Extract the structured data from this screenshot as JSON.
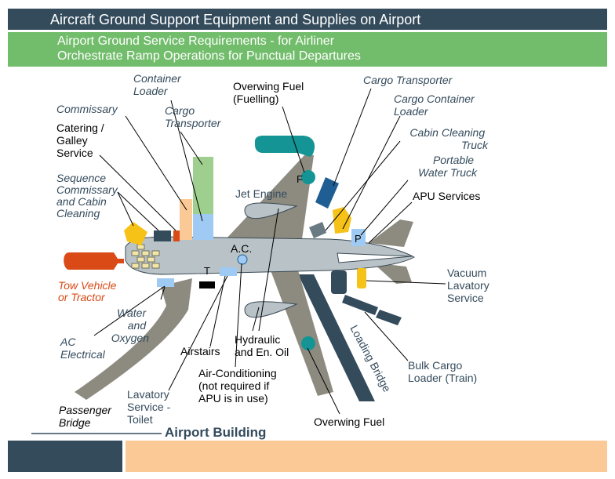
{
  "header": {
    "title": "Aircraft Ground Support Equipment and Supplies on Airport",
    "subtitle_line1": "Airport Ground Service Requirements - for Airliner",
    "subtitle_line2": "Orchestrate Ramp Operations for Punctual Departures"
  },
  "labels": {
    "container_loader": [
      "Container",
      "Loader"
    ],
    "commissary": "Commissary",
    "catering": [
      "Catering /",
      "Galley",
      "Service"
    ],
    "cargo_transporter_left": [
      "Cargo",
      "Transporter"
    ],
    "sequence": [
      "Sequence",
      "Commissary",
      "and Cabin",
      "Cleaning"
    ],
    "tow_vehicle": [
      "Tow Vehicle",
      "or Tractor"
    ],
    "water_oxygen": [
      "Water",
      "and",
      "Oxygen"
    ],
    "ac_electrical": [
      "AC",
      "Electrical"
    ],
    "passenger_bridge": [
      "Passenger",
      "Bridge"
    ],
    "lavatory_toilet": [
      "Lavatory",
      "Service -",
      "Toilet"
    ],
    "airstairs": "Airstairs",
    "air_conditioning": [
      "Air-Conditioning",
      "(not required if",
      "APU is in use)"
    ],
    "hydraulic": [
      "Hydraulic",
      "and En. Oil"
    ],
    "overwing_fuel_top": [
      "Overwing Fuel",
      "(Fuelling)"
    ],
    "jet_engine": "Jet Engine",
    "ac_marker": "A.C.",
    "fuel_marker": "F",
    "toilet_marker": "T",
    "potable_marker": "P",
    "cargo_transporter_right": "Cargo Transporter",
    "cargo_container_loader": [
      "Cargo Container",
      "Loader"
    ],
    "cabin_cleaning": [
      "Cabin Cleaning",
      "Truck"
    ],
    "portable_water": [
      "Portable",
      "Water Truck"
    ],
    "apu_services": "APU Services",
    "vacuum_lavatory": [
      "Vacuum",
      "Lavatory",
      "Service"
    ],
    "loading_bridge": "Loading Bridge",
    "bulk_cargo": [
      "Bulk Cargo",
      "Loader (Train)"
    ],
    "overwing_fuel_bottom": "Overwing Fuel",
    "airport_building": "Airport Building"
  },
  "colors": {
    "header_bg": "#344b5c",
    "subheader_bg": "#72bd6b",
    "footer_peach": "#fbc995",
    "aircraft_body": "#b9c2c6",
    "wing": "#8d8b80",
    "bridge_dark": "#344b5c",
    "teal": "#149494",
    "orange_red": "#d94a16",
    "yellow": "#f7c217",
    "light_blue": "#9fcaf3",
    "cargo_green": "#9fcf8f",
    "italic_label": "#344b5c"
  }
}
